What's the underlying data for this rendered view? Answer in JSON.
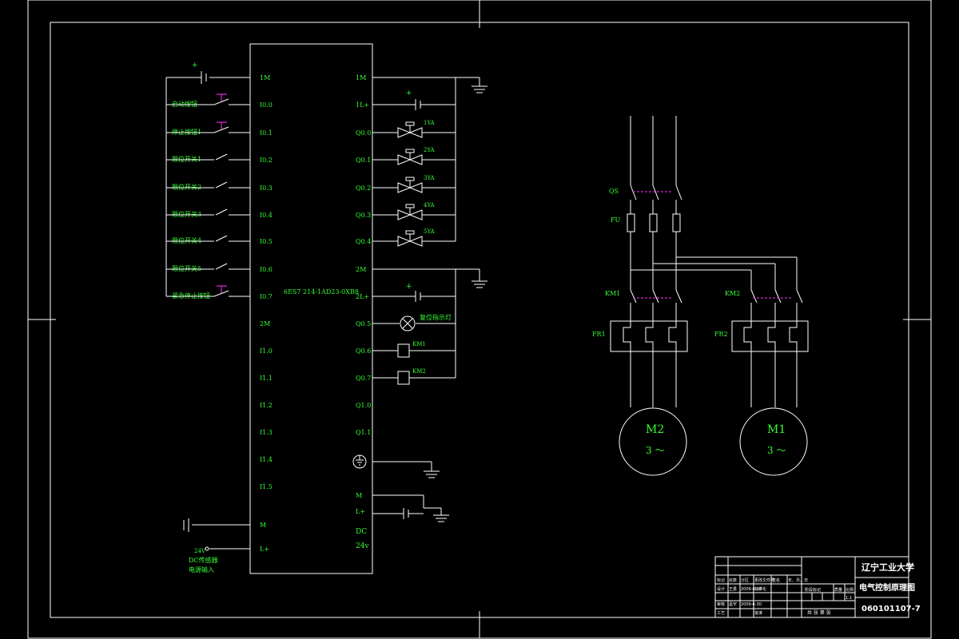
{
  "plc": {
    "model": "6ES7 214-1AD23-0XB8",
    "left_terminals": [
      "1M",
      "I0.0",
      "I0.1",
      "I0.2",
      "I0.3",
      "I0.4",
      "I0.5",
      "I0.6",
      "I0.7",
      "2M",
      "I1.0",
      "I1.1",
      "I1.2",
      "I1.3",
      "I1.4",
      "I1.5",
      "M",
      "L+"
    ],
    "right_terminals": [
      "1M",
      "1L+",
      "Q0.0",
      "Q0.1",
      "Q0.2",
      "Q0.3",
      "Q0.4",
      "2M",
      "2L+",
      "Q0.5",
      "Q0.6",
      "Q0.7",
      "Q1.0",
      "Q1.1",
      "M",
      "L+"
    ],
    "dc_label": "DC",
    "dc_voltage": "24v",
    "plus": "+"
  },
  "inputs": [
    {
      "label": "启动按钮"
    },
    {
      "label": "停止按钮1"
    },
    {
      "label": "限位开关1"
    },
    {
      "label": "限位开关2"
    },
    {
      "label": "限位开关3"
    },
    {
      "label": "限位开关4"
    },
    {
      "label": "限位开关5"
    },
    {
      "label": "紧急停止按钮"
    }
  ],
  "sensor_supply": {
    "voltage": "24V",
    "line1": "DC传感器",
    "line2": "电源输入"
  },
  "valves": [
    "1YA",
    "2YA",
    "3YA",
    "4YA",
    "5YA"
  ],
  "lamp": "复位指示灯",
  "coils": [
    "KM1",
    "KM2"
  ],
  "power": {
    "qs": "QS",
    "fu": "FU",
    "contactors": [
      "KM1",
      "KM2"
    ],
    "relays": [
      "FR1",
      "FR2"
    ],
    "motors": [
      {
        "name": "M2",
        "phase": "3 ～"
      },
      {
        "name": "M1",
        "phase": "3 ～"
      }
    ]
  },
  "title_block": {
    "school": "辽宁工业大学",
    "title": "电气控制原理图",
    "drawing_no": "060101107-7",
    "stage_label": "阶段标记",
    "weight_label": "质量",
    "ratio_label": "比例",
    "scale": "1:1",
    "sheet_info": "共    张  第    张",
    "rows": [
      "标记",
      "设计",
      "审核",
      "工艺"
    ],
    "cols": [
      "处数",
      "分区",
      "更改文件号",
      "签名",
      "年、月、日"
    ],
    "signers": [
      "王勇",
      "孟宇"
    ],
    "dates": [
      "2009-6-30",
      "2009-6-30"
    ],
    "std_labels": [
      "标准化",
      "批准"
    ]
  }
}
